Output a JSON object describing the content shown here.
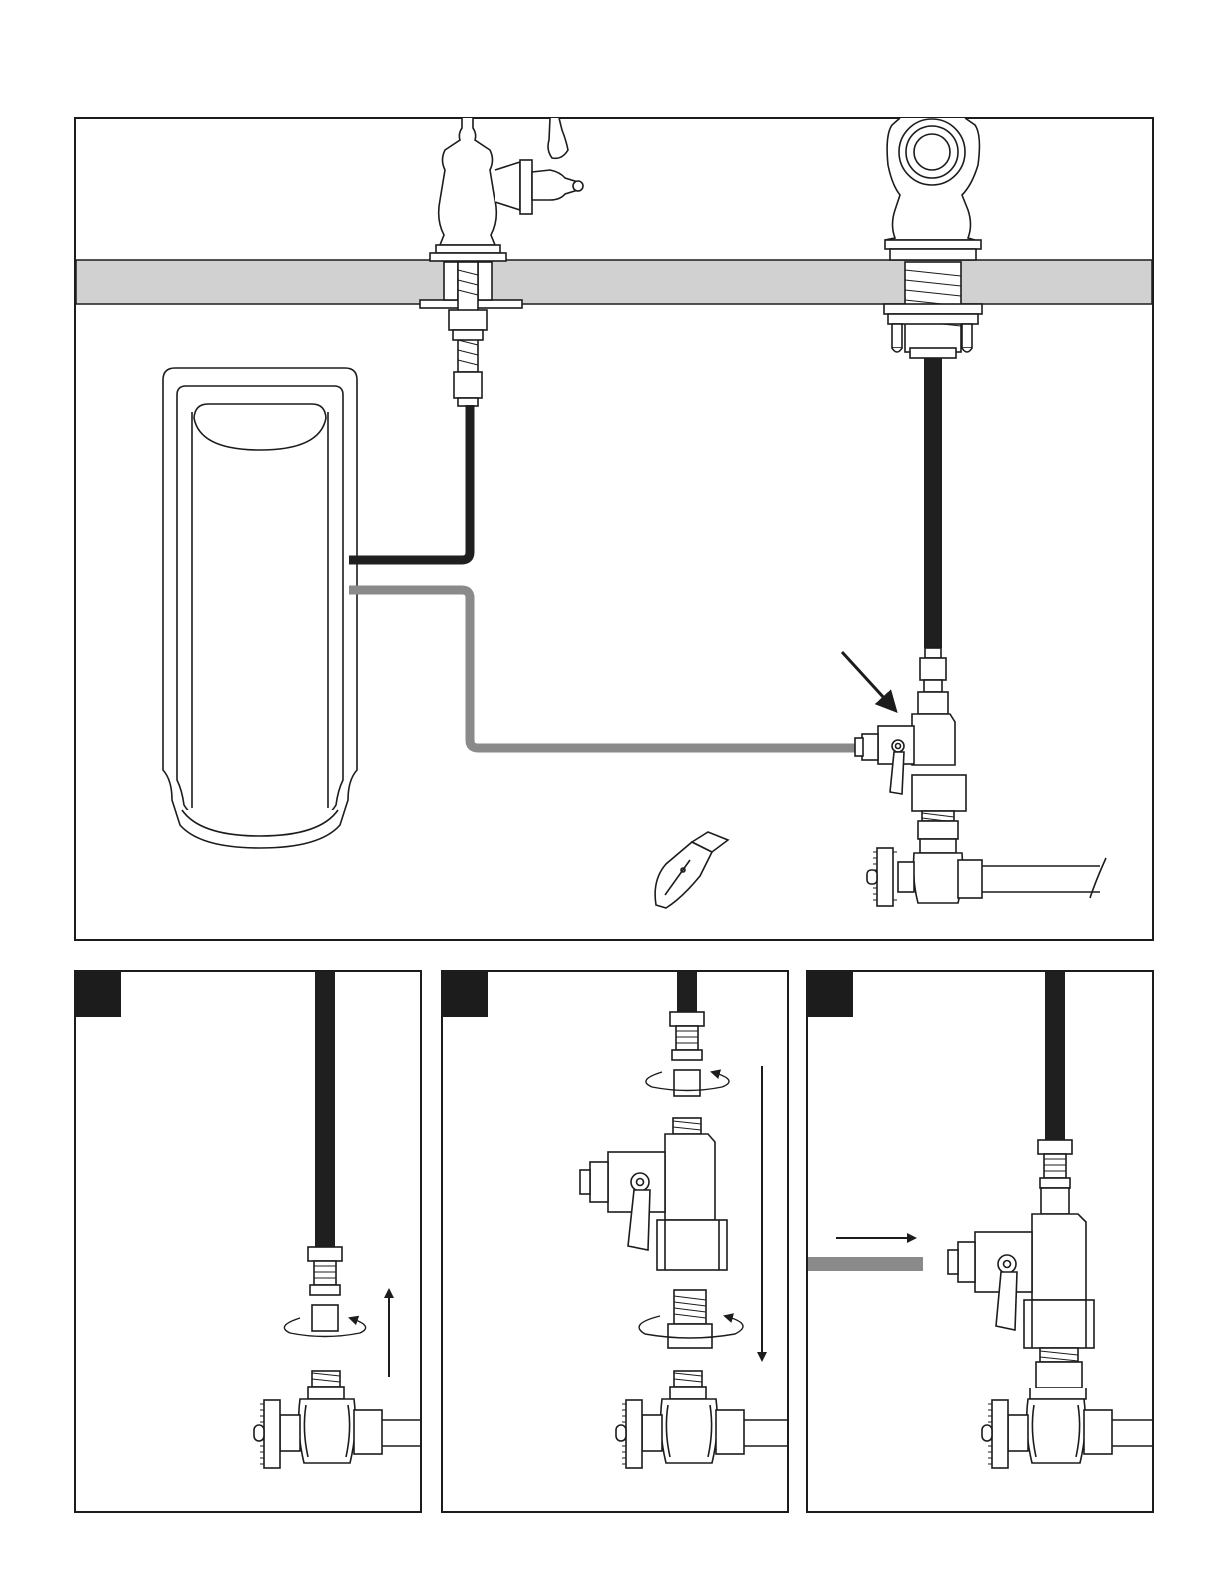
{
  "colors": {
    "outline": "#1c1c1c",
    "hose": "#1f1f1f",
    "supply_line": "#8a8a8a",
    "countertop": "#d1d1d1",
    "metal_fill": "#ffffff",
    "step_badge": "#1c1c1c"
  },
  "main_diagram": {
    "components": [
      "countertop",
      "filter-canister",
      "filtered-water-faucet",
      "kitchen-faucet",
      "faucet-hose",
      "supply-tube-filtered",
      "supply-tube-unfiltered",
      "tee-adapter-valve",
      "shutoff-valve",
      "utility-knife",
      "pointer-arrow"
    ]
  },
  "steps": [
    {
      "badge": "",
      "action": "disconnect-hose-from-shutoff-valve"
    },
    {
      "badge": "",
      "action": "install-tee-adapter-between-hose-and-shutoff-valve"
    },
    {
      "badge": "",
      "action": "insert-supply-tube-into-tee-adapter"
    }
  ]
}
